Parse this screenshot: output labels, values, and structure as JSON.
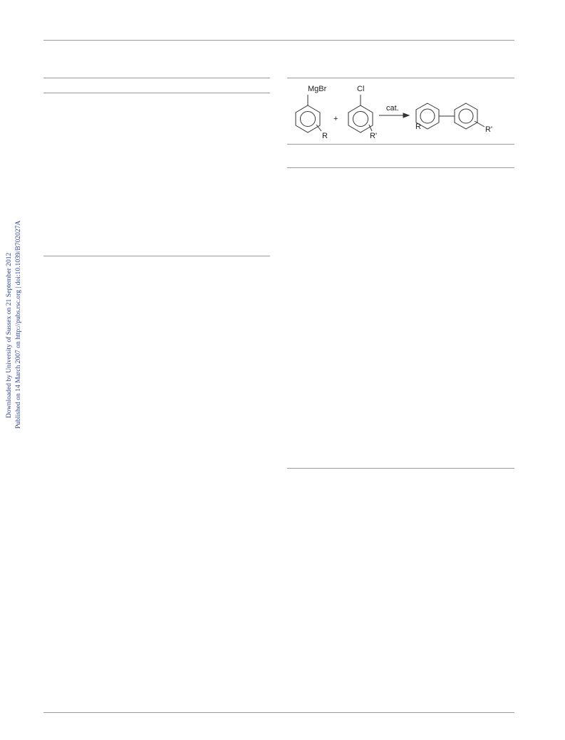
{
  "margin_note": {
    "line1": "Downloaded by University of Sussex on 21 September 2012",
    "line2": "Published on 14 March 2007 on http://pubs.rsc.org | doi:10.1039/B702027A",
    "color": "#2a3f9a"
  },
  "scheme": {
    "reagent1_group": "MgBr",
    "reagent1_sub": "R",
    "plus": "+",
    "reagent2_group": "Cl",
    "reagent2_sub": "R'",
    "arrow_label": "cat.",
    "product_left_sub": "R",
    "product_right_sub": "R'"
  }
}
